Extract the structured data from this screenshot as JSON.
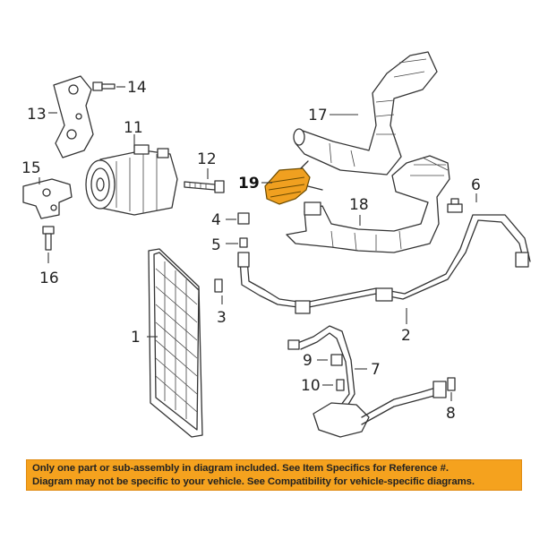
{
  "callouts": {
    "c1": "1",
    "c2": "2",
    "c3": "3",
    "c4": "4",
    "c5": "5",
    "c6": "6",
    "c7": "7",
    "c8": "8",
    "c9": "9",
    "c10": "10",
    "c11": "11",
    "c12": "12",
    "c13": "13",
    "c14": "14",
    "c15": "15",
    "c16": "16",
    "c17": "17",
    "c18": "18",
    "c19": "19"
  },
  "highlight_color": "#f0a020",
  "notice": {
    "line1": "Only one part or sub-assembly in diagram included. See Item Specifics for Reference #.",
    "line2": "Diagram may not be specific to your vehicle. See Compatibility for vehicle-specific diagrams."
  },
  "notice_color": "#f5a21e"
}
